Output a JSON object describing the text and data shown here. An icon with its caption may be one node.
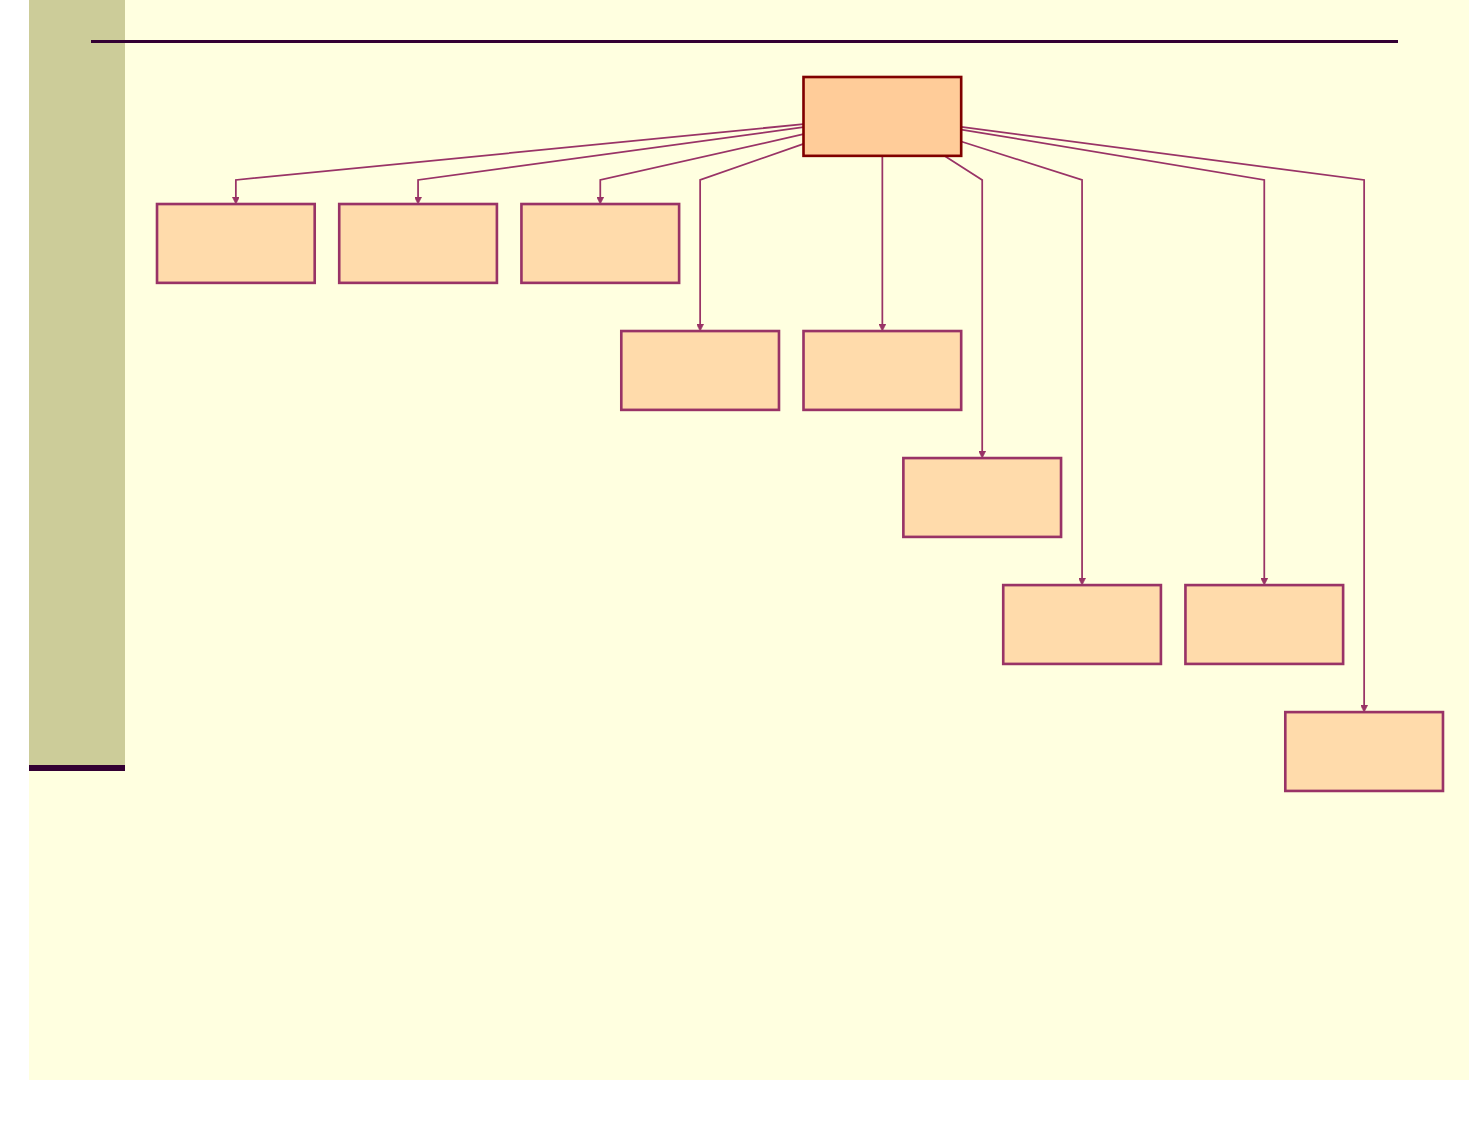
{
  "diagram": {
    "nodes": [
      {
        "text": [],
        "shape": "box"
      },
      {
        "text": [],
        "shape": "box"
      },
      {
        "text": [],
        "shape": "box"
      },
      {
        "text": [],
        "shape": "box"
      },
      {
        "text": [],
        "shape": "box"
      },
      {
        "text": [],
        "shape": "box"
      },
      {
        "text": [],
        "shape": "box"
      },
      {
        "text": [],
        "shape": "box"
      },
      {
        "text": [],
        "shape": "box"
      },
      {
        "text": [],
        "shape": "box"
      }
    ],
    "edges": [
      {
        "from": 0,
        "to": 1,
        "arrow": "to"
      },
      {
        "from": 0,
        "to": 2,
        "arrow": "to"
      },
      {
        "from": 0,
        "to": 3,
        "arrow": "to"
      },
      {
        "from": 0,
        "to": 4,
        "arrow": "to"
      },
      {
        "from": 0,
        "to": 5,
        "arrow": "to"
      },
      {
        "from": 0,
        "to": 6,
        "arrow": "to"
      },
      {
        "from": 0,
        "to": 7,
        "arrow": "to"
      },
      {
        "from": 0,
        "to": 8,
        "arrow": "to"
      },
      {
        "from": 0,
        "to": 9,
        "arrow": "to"
      }
    ]
  }
}
